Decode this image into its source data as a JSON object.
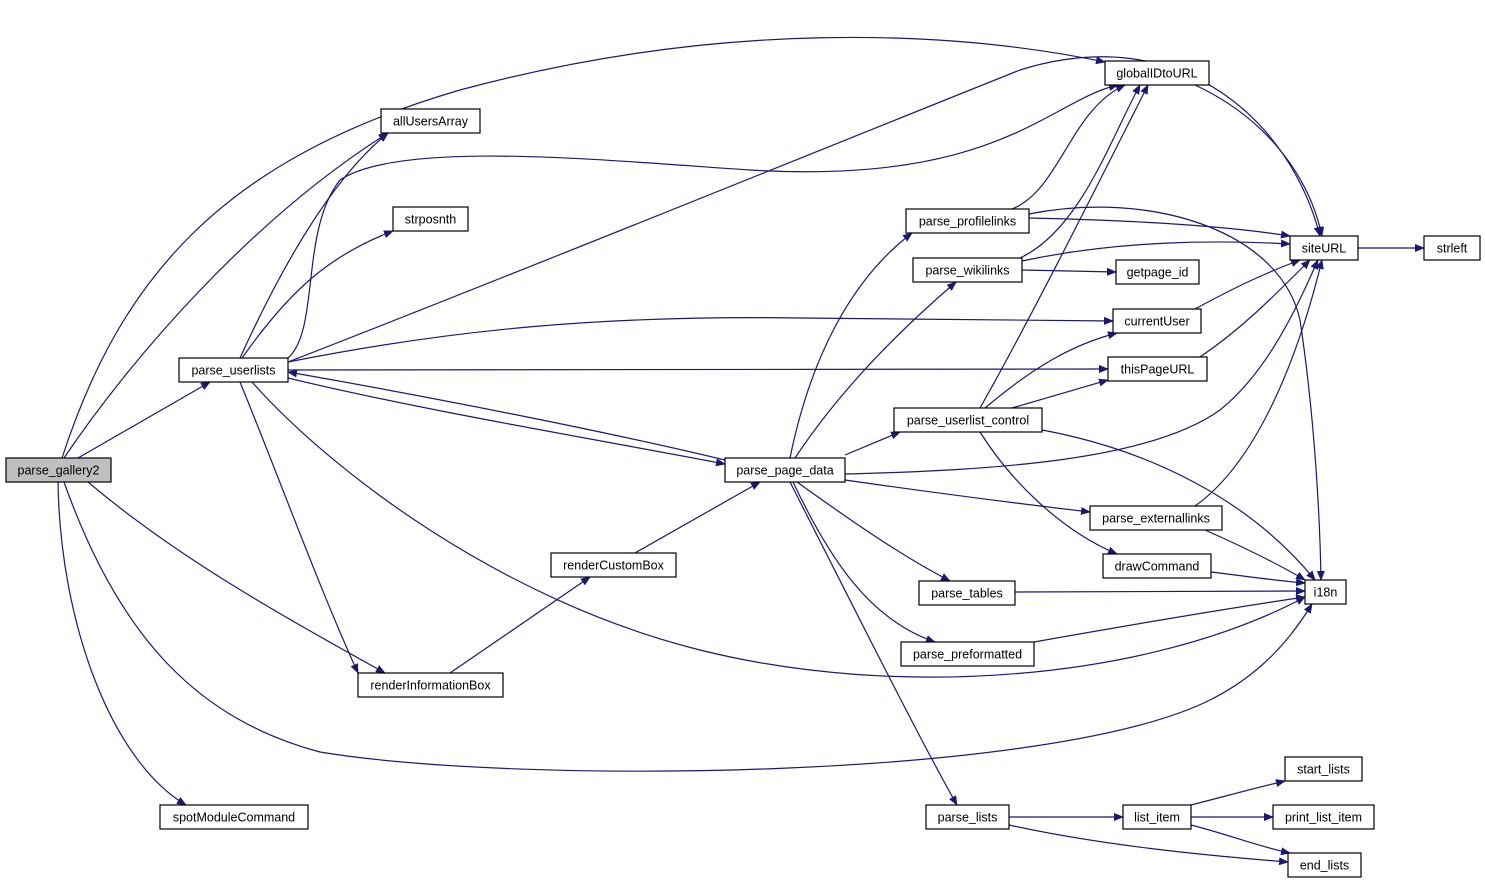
{
  "graph": {
    "edge_color": "#191970",
    "root_fill": "#bfbfbf",
    "nodes": [
      {
        "id": "parse_gallery2",
        "label": "parse_gallery2",
        "root": true
      },
      {
        "id": "allUsersArray",
        "label": "allUsersArray"
      },
      {
        "id": "strposnth",
        "label": "strposnth"
      },
      {
        "id": "parse_userlists",
        "label": "parse_userlists"
      },
      {
        "id": "renderCustomBox",
        "label": "renderCustomBox"
      },
      {
        "id": "renderInformationBox",
        "label": "renderInformationBox"
      },
      {
        "id": "spotModuleCommand",
        "label": "spotModuleCommand"
      },
      {
        "id": "parse_page_data",
        "label": "parse_page_data"
      },
      {
        "id": "parse_profilelinks",
        "label": "parse_profilelinks"
      },
      {
        "id": "parse_wikilinks",
        "label": "parse_wikilinks"
      },
      {
        "id": "parse_userlist_control",
        "label": "parse_userlist_control"
      },
      {
        "id": "parse_tables",
        "label": "parse_tables"
      },
      {
        "id": "parse_preformatted",
        "label": "parse_preformatted"
      },
      {
        "id": "parse_lists",
        "label": "parse_lists"
      },
      {
        "id": "globalIDtoURL",
        "label": "globalIDtoURL"
      },
      {
        "id": "getpage_id",
        "label": "getpage_id"
      },
      {
        "id": "currentUser",
        "label": "currentUser"
      },
      {
        "id": "thisPageURL",
        "label": "thisPageURL"
      },
      {
        "id": "parse_externallinks",
        "label": "parse_externallinks"
      },
      {
        "id": "drawCommand",
        "label": "drawCommand"
      },
      {
        "id": "list_item",
        "label": "list_item"
      },
      {
        "id": "siteURL",
        "label": "siteURL"
      },
      {
        "id": "strleft",
        "label": "strleft"
      },
      {
        "id": "i18n",
        "label": "i18n"
      },
      {
        "id": "start_lists",
        "label": "start_lists"
      },
      {
        "id": "print_list_item",
        "label": "print_list_item"
      },
      {
        "id": "end_lists",
        "label": "end_lists"
      }
    ],
    "edges": [
      {
        "from": "parse_gallery2",
        "to": "globalIDtoURL"
      },
      {
        "from": "parse_gallery2",
        "to": "allUsersArray"
      },
      {
        "from": "parse_gallery2",
        "to": "parse_userlists"
      },
      {
        "from": "parse_gallery2",
        "to": "renderInformationBox"
      },
      {
        "from": "parse_gallery2",
        "to": "spotModuleCommand"
      },
      {
        "from": "parse_gallery2",
        "to": "i18n"
      },
      {
        "from": "parse_userlists",
        "to": "allUsersArray"
      },
      {
        "from": "parse_userlists",
        "to": "strposnth"
      },
      {
        "from": "parse_userlists",
        "to": "globalIDtoURL"
      },
      {
        "from": "parse_userlists",
        "to": "siteURL"
      },
      {
        "from": "parse_userlists",
        "to": "currentUser"
      },
      {
        "from": "parse_userlists",
        "to": "thisPageURL"
      },
      {
        "from": "parse_userlists",
        "to": "parse_page_data"
      },
      {
        "from": "parse_userlists",
        "to": "renderInformationBox"
      },
      {
        "from": "parse_userlists",
        "to": "i18n"
      },
      {
        "from": "renderInformationBox",
        "to": "renderCustomBox"
      },
      {
        "from": "renderCustomBox",
        "to": "parse_page_data"
      },
      {
        "from": "parse_page_data",
        "to": "parse_userlists"
      },
      {
        "from": "parse_page_data",
        "to": "parse_profilelinks"
      },
      {
        "from": "parse_page_data",
        "to": "parse_wikilinks"
      },
      {
        "from": "parse_page_data",
        "to": "parse_userlist_control"
      },
      {
        "from": "parse_page_data",
        "to": "siteURL"
      },
      {
        "from": "parse_page_data",
        "to": "parse_externallinks"
      },
      {
        "from": "parse_page_data",
        "to": "parse_tables"
      },
      {
        "from": "parse_page_data",
        "to": "parse_preformatted"
      },
      {
        "from": "parse_page_data",
        "to": "parse_lists"
      },
      {
        "from": "parse_profilelinks",
        "to": "globalIDtoURL"
      },
      {
        "from": "parse_profilelinks",
        "to": "siteURL"
      },
      {
        "from": "parse_profilelinks",
        "to": "i18n"
      },
      {
        "from": "parse_wikilinks",
        "to": "globalIDtoURL"
      },
      {
        "from": "parse_wikilinks",
        "to": "siteURL"
      },
      {
        "from": "parse_wikilinks",
        "to": "getpage_id"
      },
      {
        "from": "parse_userlist_control",
        "to": "globalIDtoURL"
      },
      {
        "from": "parse_userlist_control",
        "to": "currentUser"
      },
      {
        "from": "parse_userlist_control",
        "to": "thisPageURL"
      },
      {
        "from": "parse_userlist_control",
        "to": "drawCommand"
      },
      {
        "from": "parse_userlist_control",
        "to": "i18n"
      },
      {
        "from": "globalIDtoURL",
        "to": "siteURL"
      },
      {
        "from": "currentUser",
        "to": "siteURL"
      },
      {
        "from": "thisPageURL",
        "to": "siteURL"
      },
      {
        "from": "parse_externallinks",
        "to": "siteURL"
      },
      {
        "from": "parse_externallinks",
        "to": "i18n"
      },
      {
        "from": "drawCommand",
        "to": "i18n"
      },
      {
        "from": "parse_tables",
        "to": "i18n"
      },
      {
        "from": "parse_preformatted",
        "to": "i18n"
      },
      {
        "from": "siteURL",
        "to": "strleft"
      },
      {
        "from": "parse_lists",
        "to": "list_item"
      },
      {
        "from": "parse_lists",
        "to": "end_lists"
      },
      {
        "from": "list_item",
        "to": "start_lists"
      },
      {
        "from": "list_item",
        "to": "print_list_item"
      },
      {
        "from": "list_item",
        "to": "end_lists"
      }
    ]
  }
}
